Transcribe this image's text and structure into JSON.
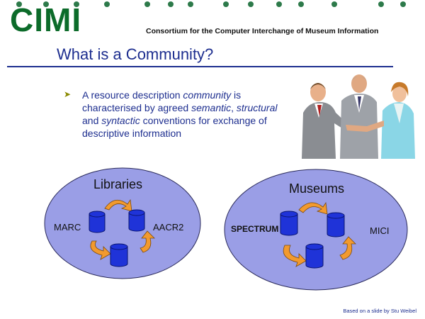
{
  "header": {
    "logo": "CIMI",
    "subtitle": "Consortium for the Computer Interchange of Museum Information"
  },
  "slide": {
    "title": "What is a Community?",
    "bullet": {
      "p1": "A resource description ",
      "e1": "community",
      "p2": " is characterised by agreed ",
      "e2": "semantic",
      "p3": ", ",
      "e3": "structural",
      "p4": " and ",
      "e4": "syntactic",
      "p5": " conventions for exchange of descriptive information"
    }
  },
  "libraries": {
    "title": "Libraries",
    "left": "MARC",
    "right": "AACR2"
  },
  "museums": {
    "title": "Museums",
    "left": "SPECTRUM",
    "right": "MICI"
  },
  "footer": "Based on a slide by Stu Weibel",
  "colors": {
    "logo": "#0c6b2a",
    "title": "#1d2e8f",
    "ellipse": "#9a9ee6",
    "cylinder": "#1f33d8",
    "arrow": "#f29a2e"
  }
}
